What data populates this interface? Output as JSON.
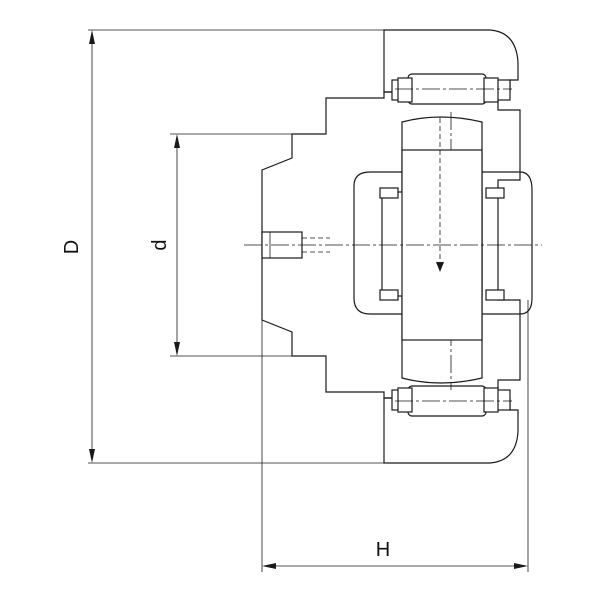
{
  "dimensions": {
    "outer_diameter": "D",
    "bore_diameter": "d",
    "width": "H"
  },
  "colors": {
    "line": "#1a1a1a",
    "background": "#ffffff"
  }
}
